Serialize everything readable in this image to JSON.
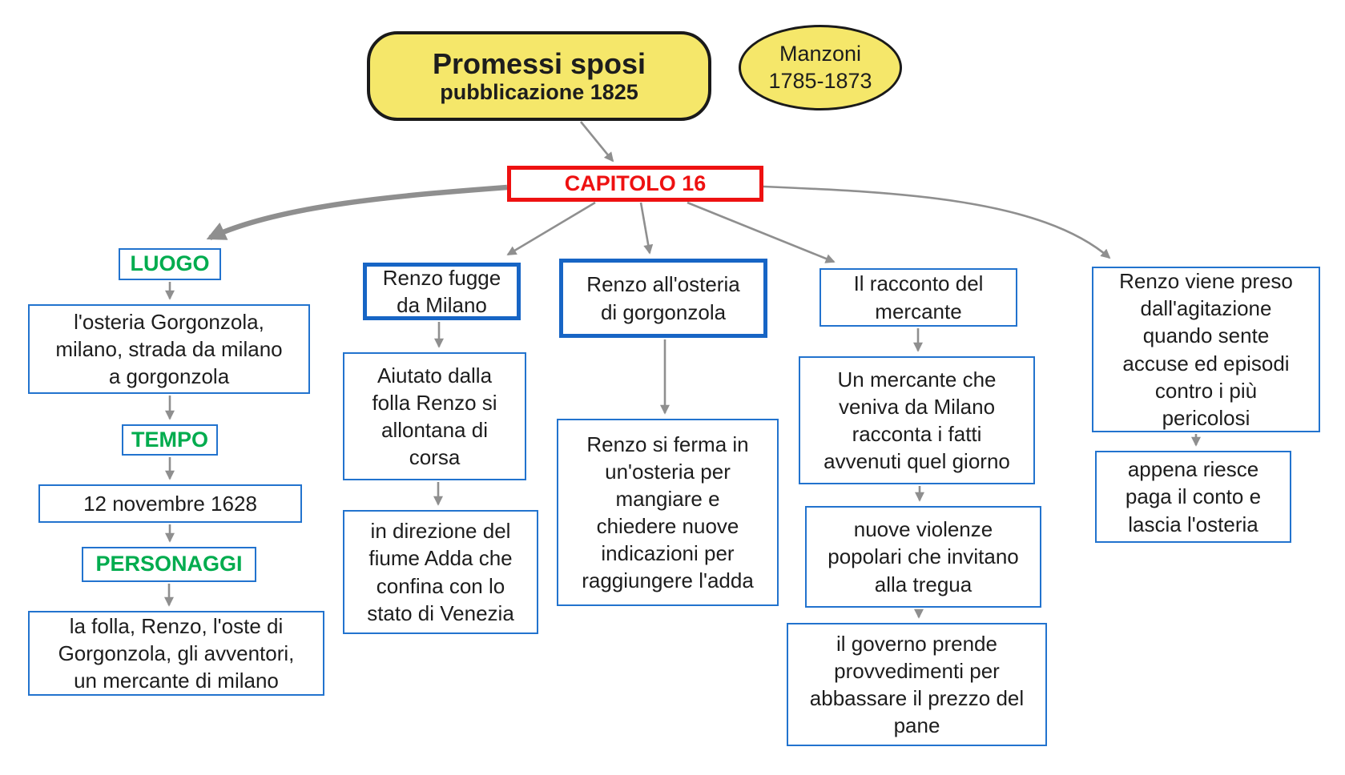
{
  "colors": {
    "node_yellow": "#F5E76A",
    "border_black": "#1A1A1A",
    "border_blue": "#2273CE",
    "border_blue_strong": "#1765C5",
    "border_red": "#EE1111",
    "text_red": "#EE1111",
    "text_green": "#00AC4E",
    "text_black": "#1D1D1D",
    "arrow_gray": "#8F8F8F",
    "page_bg": "#FFFFFF"
  },
  "map": {
    "root": {
      "title": "Promessi sposi",
      "subtitle": "pubblicazione 1825"
    },
    "author": {
      "name": "Manzoni",
      "years": "1785-1873"
    },
    "chapter": {
      "label": "CAPITOLO 16"
    },
    "context": {
      "luogo_label": "LUOGO",
      "luogo_detail": "l'osteria Gorgonzola,\nmilano, strada da milano\na gorgonzola",
      "tempo_label": "TEMPO",
      "tempo_detail": "12 novembre 1628",
      "personaggi_label": "PERSONAGGI",
      "personaggi_detail": "la folla, Renzo, l'oste di\nGorgonzola, gli avventori,\nun mercante di milano"
    },
    "fuga": {
      "title": "Renzo fugge\nda Milano",
      "step1": "Aiutato dalla\nfolla Renzo si\nallontana di\ncorsa",
      "step2": "in direzione del\nfiume Adda che\nconfina con lo\nstato di Venezia"
    },
    "osteria": {
      "title": "Renzo all'osteria\ndi gorgonzola",
      "step1": "Renzo si ferma in\nun'osteria per\nmangiare e\nchiedere nuove\nindicazioni per\nraggiungere l'adda"
    },
    "racconto": {
      "title": "Il racconto del\nmercante",
      "step1": "Un mercante che\nveniva da Milano\nracconta i fatti\navvenuti quel giorno",
      "step2": "nuove violenze\npopolari che invitano\nalla tregua",
      "step3": "il governo prende\nprovvedimenti per\nabbassare il prezzo del\npane"
    },
    "agitazione": {
      "title": "Renzo viene preso\ndall'agitazione\nquando sente\naccuse ed episodi\ncontro i più\npericolosi",
      "step1": "appena riesce\npaga il conto e\nlascia l'osteria"
    }
  }
}
